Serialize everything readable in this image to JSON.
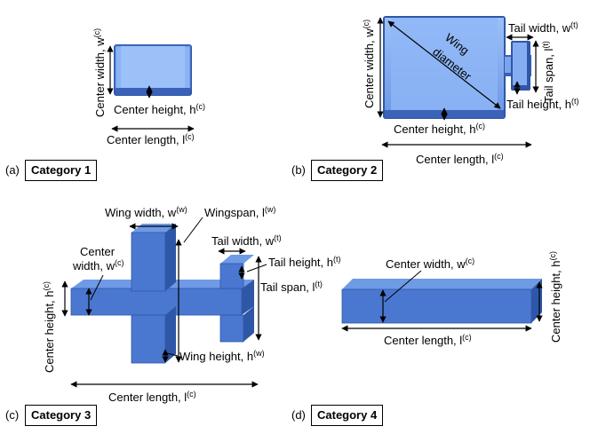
{
  "panels": [
    {
      "letter": "(a)",
      "category": "Category 1"
    },
    {
      "letter": "(b)",
      "category": "Category 2"
    },
    {
      "letter": "(c)",
      "category": "Category 3"
    },
    {
      "letter": "(d)",
      "category": "Category 4"
    }
  ],
  "labels": {
    "center_width": "Center width, w",
    "center_width_sup": "(c)",
    "center_height": "Center height, h",
    "center_height_sup": "(c)",
    "center_length": "Center length, l",
    "center_length_sup": "(c)",
    "wing_diameter_1": "Wing",
    "wing_diameter_2": "diameter",
    "tail_width": "Tail width, w",
    "tail_width_sup": "(t)",
    "tail_span": "Tail span, l",
    "tail_span_sup": "(t)",
    "tail_height": "Tail height, h",
    "tail_height_sup": "(t)",
    "wing_width": "Wing width, w",
    "wing_width_sup": "(w)",
    "wingspan": "Wingspan, l",
    "wingspan_sup": "(w)",
    "wing_height": "Wing height, h",
    "wing_height_sup": "(w)",
    "center_width_c3_line1": "Center",
    "center_width_c3_line2": "width, w"
  },
  "colors": {
    "fill_light": "#8cb4f5",
    "fill_main": "#4a78d0",
    "fill_dark": "#2f57a8",
    "edge": "#1e3f86"
  }
}
